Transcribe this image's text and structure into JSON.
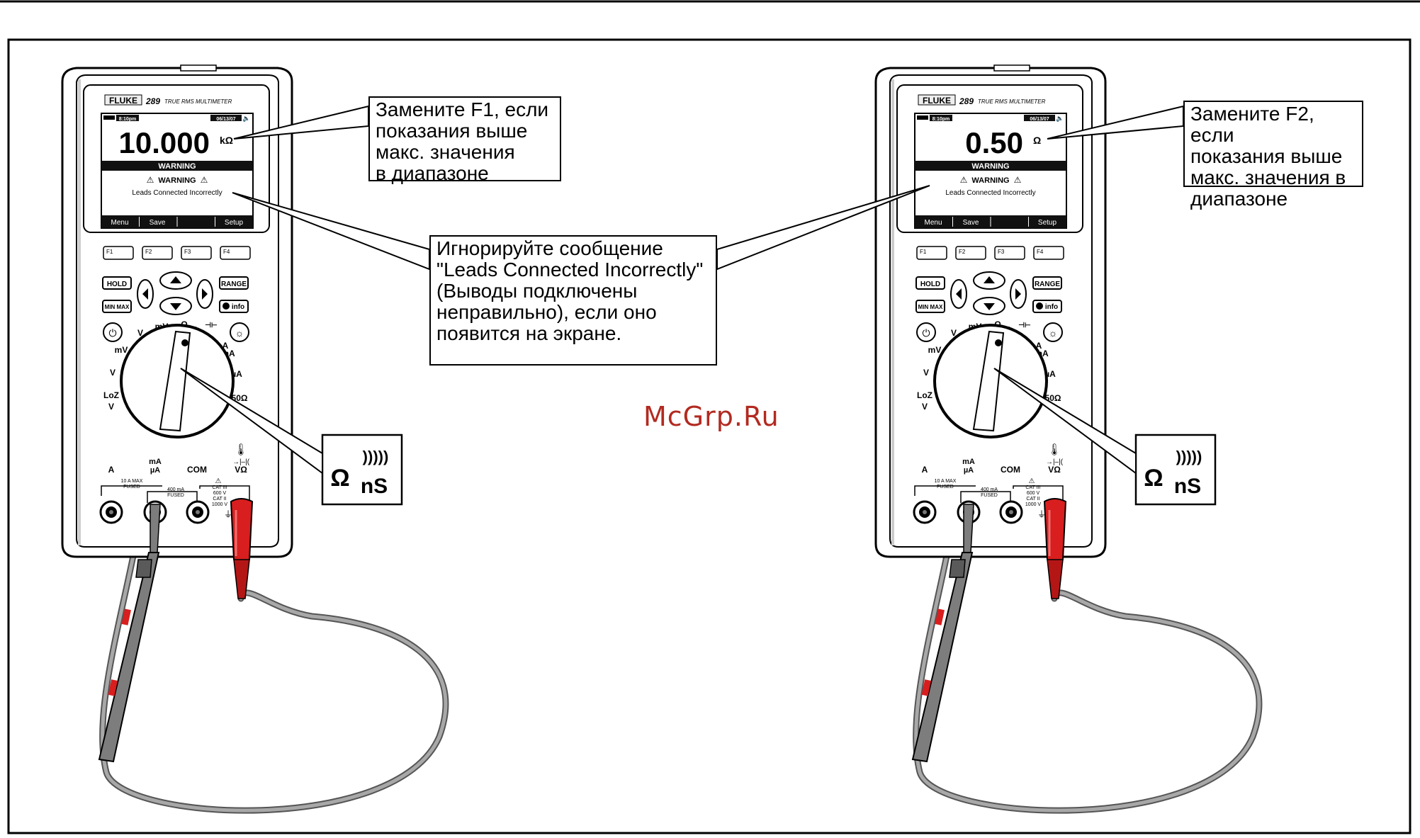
{
  "watermark": "McGrp.Ru",
  "meters": [
    {
      "brand": "FLUKE",
      "model": "289",
      "model_desc": "TRUE RMS MULTIMETER",
      "screen": {
        "time": "8:10pm",
        "date": "06/13/07",
        "reading": "10.000",
        "unit": "kΩ",
        "warning_bar": "WARNING",
        "warning_title": "WARNING",
        "warning_msg": "Leads Connected Incorrectly",
        "softkeys": [
          "Menu",
          "Save",
          "",
          "Setup"
        ]
      },
      "fkeys": [
        "F1",
        "F2",
        "F3",
        "F4"
      ],
      "buttons": {
        "hold": "HOLD",
        "minmax": "MIN MAX",
        "range": "RANGE",
        "info": "info"
      },
      "dial_labels": {
        "mv_dc": "mV",
        "v_dc": "V",
        "mv_ac": "mV",
        "v_ac": "V",
        "loz": "LoZ",
        "ohm": "Ω",
        "ns": "nS",
        "a": "A",
        "ma": "mA",
        "ua": "µA",
        "fifty_ohm": "50Ω"
      },
      "jacks": {
        "a": "A",
        "ma": "mA",
        "ua": "µA",
        "com": "COM",
        "vohm": "VΩ",
        "a_rating": "10 A MAX\nFUSED",
        "ma_rating": "400 mA\nFUSED",
        "cat": "CAT III\n600 V\nCAT II\n1000 V"
      },
      "symbol": {
        "omega": "Ω",
        "ns": "nS"
      },
      "callout_fuse": "Замените F1, если\nпоказания выше\nмакс. значения\nв диапазоне"
    },
    {
      "brand": "FLUKE",
      "model": "289",
      "model_desc": "TRUE RMS MULTIMETER",
      "screen": {
        "time": "8:10pm",
        "date": "06/13/07",
        "reading": "0.50",
        "unit": "Ω",
        "warning_bar": "WARNING",
        "warning_title": "WARNING",
        "warning_msg": "Leads Connected Incorrectly",
        "softkeys": [
          "Menu",
          "Save",
          "",
          "Setup"
        ]
      },
      "fkeys": [
        "F1",
        "F2",
        "F3",
        "F4"
      ],
      "buttons": {
        "hold": "HOLD",
        "minmax": "MIN MAX",
        "range": "RANGE",
        "info": "info"
      },
      "dial_labels": {
        "mv_dc": "mV",
        "v_dc": "V",
        "mv_ac": "mV",
        "v_ac": "V",
        "loz": "LoZ",
        "ohm": "Ω",
        "ns": "nS",
        "a": "A",
        "ma": "mA",
        "ua": "µA",
        "fifty_ohm": "50Ω"
      },
      "jacks": {
        "a": "A",
        "ma": "mA",
        "ua": "µA",
        "com": "COM",
        "vohm": "VΩ",
        "a_rating": "10 A MAX\nFUSED",
        "ma_rating": "400 mA\nFUSED",
        "cat": "CAT III\n600 V\nCAT II\n1000 V"
      },
      "symbol": {
        "omega": "Ω",
        "ns": "nS"
      },
      "callout_fuse": "Замените F2, если\nпоказания выше\nмакс. значения в\nдиапазоне"
    }
  ],
  "callout_ignore": "Игнорируйте сообщение\n\"Leads Connected Incorrectly\"\n(Выводы подключены\nнеправильно), если оно\nпоявится на экране.",
  "colors": {
    "red_lead": "#d81e1e",
    "gray_lead": "#7d7d7d",
    "screen_bar": "#111111",
    "watermark": "#b22a20"
  }
}
